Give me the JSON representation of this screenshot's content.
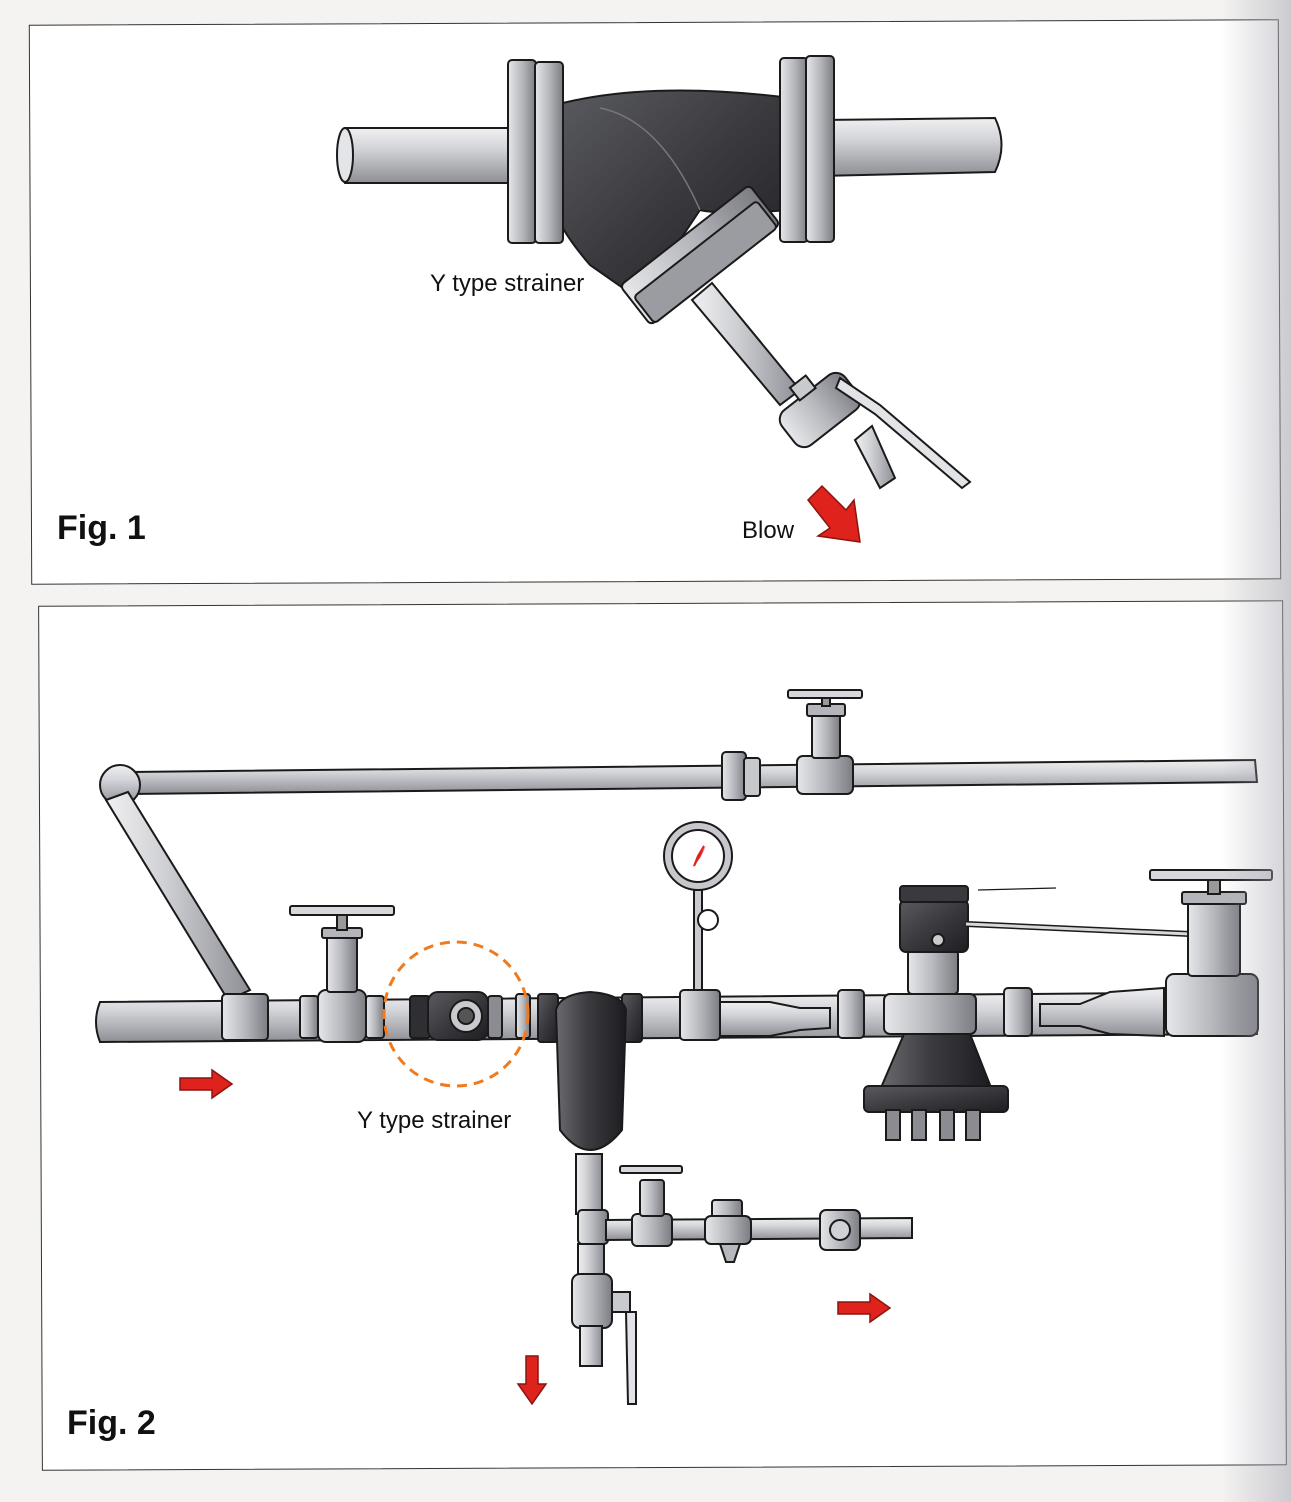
{
  "figure1": {
    "label": "Fig. 1",
    "strainer_label": "Y type strainer",
    "blow_label": "Blow"
  },
  "figure2": {
    "label": "Fig. 2",
    "strainer_label": "Y type strainer"
  },
  "colors": {
    "pipe": "#c9cace",
    "strainer_body": "#3a3a3e",
    "arrow": "#e0221c",
    "highlight_circle": "#f07a1e",
    "outline": "#1a1a1a"
  }
}
